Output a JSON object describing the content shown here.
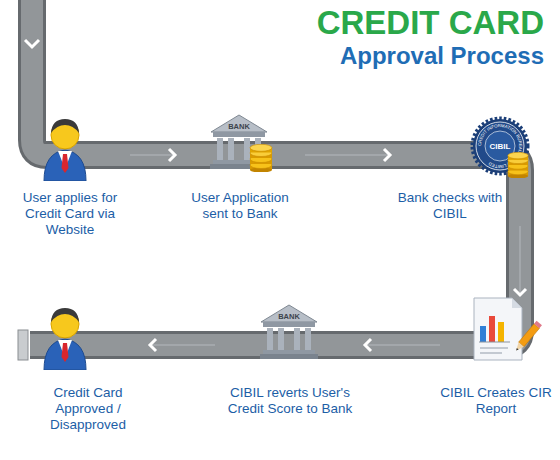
{
  "diagram": {
    "title": "CREDIT CARD",
    "nodes": [
      {
        "text": [
          "User applies for Credit Card via Website"
        ]
      },
      {
        "text": [
          "User Application sent to Bank"
        ]
      },
      {
        "text": [
          "Bank checks with CIBIL"
        ]
      },
      {
        "text": [
          "CIBIL Creates CIR Report"
        ]
      },
      {
        "text": [
          "CIBIL reverts User's Credit Score to Bank"
        ]
      },
      {
        "text": [
          "Credit Card Approved / Disapproved"
        ]
      }
    ],
    "edges": [
      {
        "from": 0,
        "to": 1,
        "arrow": "to"
      },
      {
        "from": 1,
        "to": 2,
        "arrow": "to"
      },
      {
        "from": 2,
        "to": 3,
        "arrow": "to"
      },
      {
        "from": 3,
        "to": 4,
        "arrow": "to"
      },
      {
        "from": 4,
        "to": 5,
        "arrow": "to"
      }
    ],
    "labels": [
      "Approval Process",
      "BANK",
      "BANK",
      "CREDIT INFORMATION BUREAU (INDIA) LIMITED",
      "CIBIL"
    ]
  }
}
